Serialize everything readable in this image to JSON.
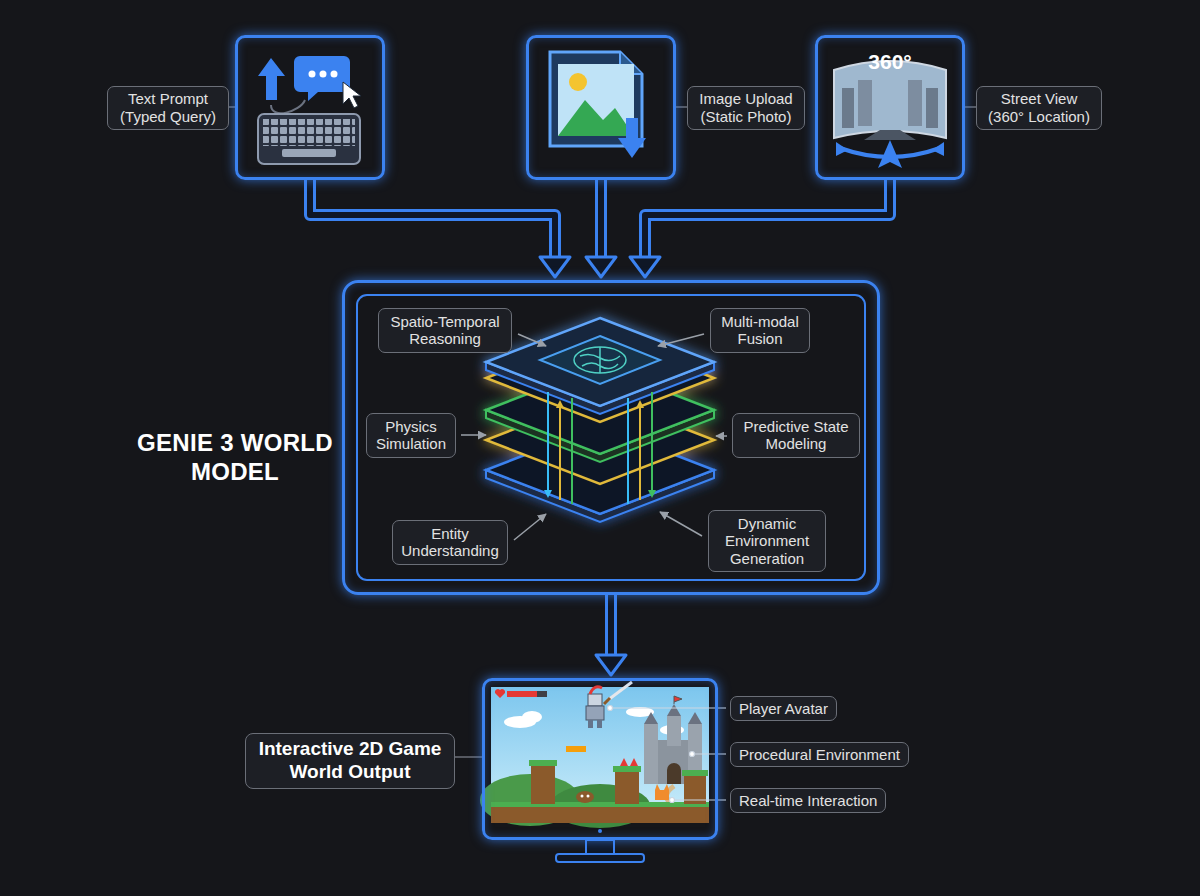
{
  "diagram": {
    "nodes": [
      {
        "text": [
          "Text Prompt (Typed Query)"
        ]
      },
      {
        "text": [
          "Image Upload (Static Photo)"
        ]
      },
      {
        "text": [
          "Street View (360° Location)",
          "360°"
        ]
      },
      {
        "text": [
          "GENIE 3 WORLD MODEL"
        ]
      },
      {
        "text": [
          "Spatio-Temporal Reasoning"
        ],
        "in": 3
      },
      {
        "text": [
          "Multi-modal Fusion"
        ],
        "in": 3
      },
      {
        "text": [
          "Physics Simulation"
        ],
        "in": 3
      },
      {
        "text": [
          "Predictive State Modeling"
        ],
        "in": 3
      },
      {
        "text": [
          "Entity Understanding"
        ],
        "in": 3
      },
      {
        "text": [
          "Dynamic Environment Generation"
        ],
        "in": 3
      },
      {
        "text": [
          "Interactive 2D Game World Output"
        ]
      },
      {
        "text": [
          "Player Avatar"
        ]
      },
      {
        "text": [
          "Procedural Environment"
        ]
      },
      {
        "text": [
          "Real-time Interaction"
        ]
      }
    ],
    "edges": [
      {
        "from": 0,
        "to": 3,
        "arrow": "to"
      },
      {
        "from": 1,
        "to": 3,
        "arrow": "to"
      },
      {
        "from": 2,
        "to": 3,
        "arrow": "to"
      },
      {
        "from": 3,
        "to": 10,
        "arrow": "to"
      }
    ]
  }
}
